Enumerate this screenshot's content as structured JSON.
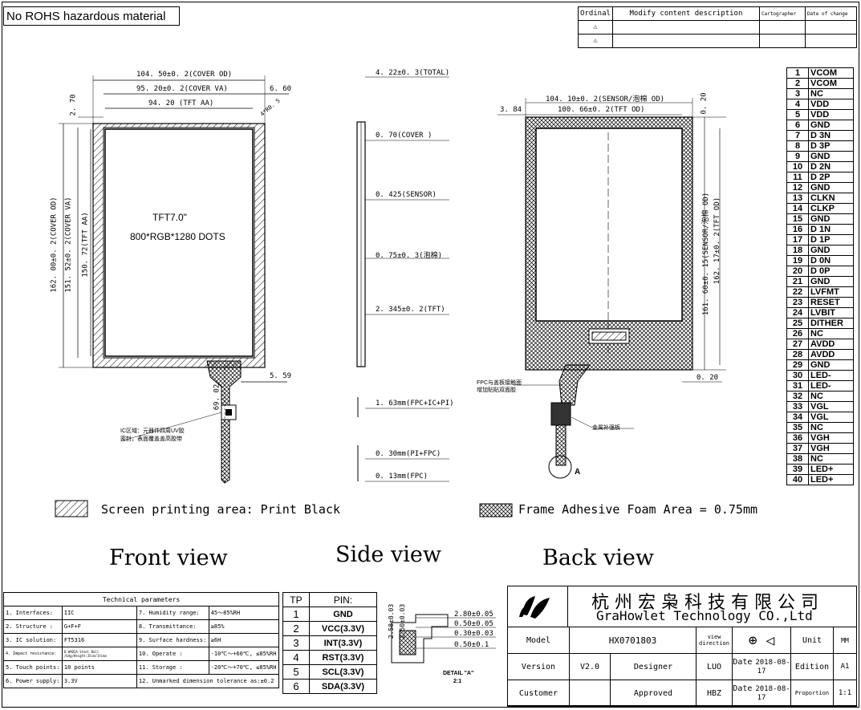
{
  "notice": "No ROHS hazardous material",
  "revision_table": {
    "headers": [
      "Ordinal",
      "Modify content description",
      "Cartographer",
      "Date of change"
    ],
    "rows": [
      [
        "⚠1",
        ""
      ],
      [
        "⚠2",
        ""
      ]
    ]
  },
  "views": {
    "front": "Front view",
    "side": "Side view",
    "back": "Back view"
  },
  "front": {
    "dims": [
      "104. 50±0. 2(COVER OD)",
      "95. 20±0. 2(COVER VA)",
      "94. 20 (TFT AA)",
      "6. 60",
      "4*R0. 5",
      "2. 70",
      "162. 00±0. 2(COVER OD)",
      "151. 52±0. 2(COVER VA)",
      "150. 72(TFT AA)",
      "5. 59",
      "69. 02"
    ],
    "label1": "TFT7.0\"",
    "label2": "800*RGB*1280 DOTS",
    "ic_note1": "IC区域：元器件四周UV胶",
    "ic_note2": "密封，表面覆盖盖高胶带"
  },
  "side": {
    "dims": [
      "4. 22±0. 3(TOTAL)",
      "0. 70(COVER )",
      "0. 425(SENSOR)",
      "0. 75±0. 3(泡棉)",
      "2. 345±0. 2(TFT)",
      "1. 63mm(FPC+IC+PI)",
      "0. 30mm(PI+FPC)",
      "0. 13mm(FPC)"
    ]
  },
  "back": {
    "dims": [
      "104. 10±0. 2(SENSOR/泡棉 OD)",
      "100. 66±0. 2(TFT OD)",
      "3. 84",
      "0. 20",
      "161. 60±0. 15(SENSOR/泡棉 OD)",
      "162. 17±0. 2(TFT OD)",
      "0. 20"
    ],
    "fpc_note1": "FPC与盖板接触面",
    "fpc_note2": "增加贴贴双面胶",
    "metal_note": "金属补强板",
    "detail_label": "A"
  },
  "legend": {
    "screen_print": "Screen printing area:  Print Black",
    "foam": "Frame Adhesive Foam Area = 0.75mm"
  },
  "lcd_pins": [
    [
      "1",
      "VCOM"
    ],
    [
      "2",
      "VCOM"
    ],
    [
      "3",
      "NC"
    ],
    [
      "4",
      "VDD"
    ],
    [
      "5",
      "VDD"
    ],
    [
      "6",
      "GND"
    ],
    [
      "7",
      "D 3N"
    ],
    [
      "8",
      "D 3P"
    ],
    [
      "9",
      "GND"
    ],
    [
      "10",
      "D 2N"
    ],
    [
      "11",
      "D 2P"
    ],
    [
      "12",
      "GND"
    ],
    [
      "13",
      "CLKN"
    ],
    [
      "14",
      "CLKP"
    ],
    [
      "15",
      "GND"
    ],
    [
      "16",
      "D 1N"
    ],
    [
      "17",
      "D 1P"
    ],
    [
      "18",
      "GND"
    ],
    [
      "19",
      "D 0N"
    ],
    [
      "20",
      "D 0P"
    ],
    [
      "21",
      "GND"
    ],
    [
      "22",
      "LVFMT"
    ],
    [
      "23",
      "RESET"
    ],
    [
      "24",
      "LVBIT"
    ],
    [
      "25",
      "DITHER"
    ],
    [
      "26",
      "NC"
    ],
    [
      "27",
      "AVDD"
    ],
    [
      "28",
      "AVDD"
    ],
    [
      "29",
      "GND"
    ],
    [
      "30",
      "LED-"
    ],
    [
      "31",
      "LED-"
    ],
    [
      "32",
      "NC"
    ],
    [
      "33",
      "VGL"
    ],
    [
      "34",
      "VGL"
    ],
    [
      "35",
      "NC"
    ],
    [
      "36",
      "VGH"
    ],
    [
      "37",
      "VGH"
    ],
    [
      "38",
      "NC"
    ],
    [
      "39",
      "LED+"
    ],
    [
      "40",
      "LED+"
    ]
  ],
  "tech": {
    "header": "Technical parameters",
    "rows": [
      [
        "1. Interfaces:",
        "IIC",
        "7. Humidity range:",
        "45～85%RH"
      ],
      [
        "2. Structure :",
        "G+F+F",
        "8. Transmittance:",
        "≥85%"
      ],
      [
        "3. IC solution:",
        "FT5316",
        "9. Surface hardness:",
        "≥6H"
      ],
      [
        "4. Impact resistance:",
        "D:Φ90IA Steel Ball /64g/Height:35cm/1time",
        "10. Operate :",
        "-10℃～+60℃, ≤85%RH"
      ],
      [
        "5. Touch points:",
        "10 points",
        "11. Storage :",
        "-20℃～+70℃, ≤85%RH"
      ],
      [
        "6. Power supply:",
        "3.3V",
        "12. Unmarked dimension tolerance as:±0.2",
        ""
      ]
    ]
  },
  "tp_pins": {
    "headers": [
      "TP",
      "PIN:"
    ],
    "rows": [
      [
        "1",
        "GND"
      ],
      [
        "2",
        "VCC(3.3V)"
      ],
      [
        "3",
        "INT(3.3V)"
      ],
      [
        "4",
        "RST(3.3V)"
      ],
      [
        "5",
        "SCL(3.3V)"
      ],
      [
        "6",
        "SDA(3.3V)"
      ]
    ]
  },
  "detail": {
    "dims": [
      "2.80±0.05",
      "0.50±0.05",
      "0.30±0.03",
      "0.50±0.1",
      "2.50±0.03",
      "2.58±0.03"
    ],
    "label": "DETAIL \"A\"",
    "scale": "2:1"
  },
  "company": {
    "cn": "杭 州 宏 枭 科 技 有 限 公 司",
    "en": "GraHowlet Technology CO.,Ltd"
  },
  "title_block": {
    "model_label": "Model",
    "model": "HX0701803",
    "view_direction": "view direction",
    "unit_label": "Unit",
    "unit": "MM",
    "version_label": "Version",
    "version": "V2.0",
    "designer_label": "Designer",
    "designer": "LUO",
    "date_label": "Date",
    "date1": "2018-08-17",
    "edition_label": "Edition",
    "edition": "A1",
    "customer_label": "Customer",
    "approved_label": "Approved",
    "approved": "HBZ",
    "date2": "2018-08-17",
    "proportion_label": "Proportion",
    "proportion": "1:1"
  }
}
